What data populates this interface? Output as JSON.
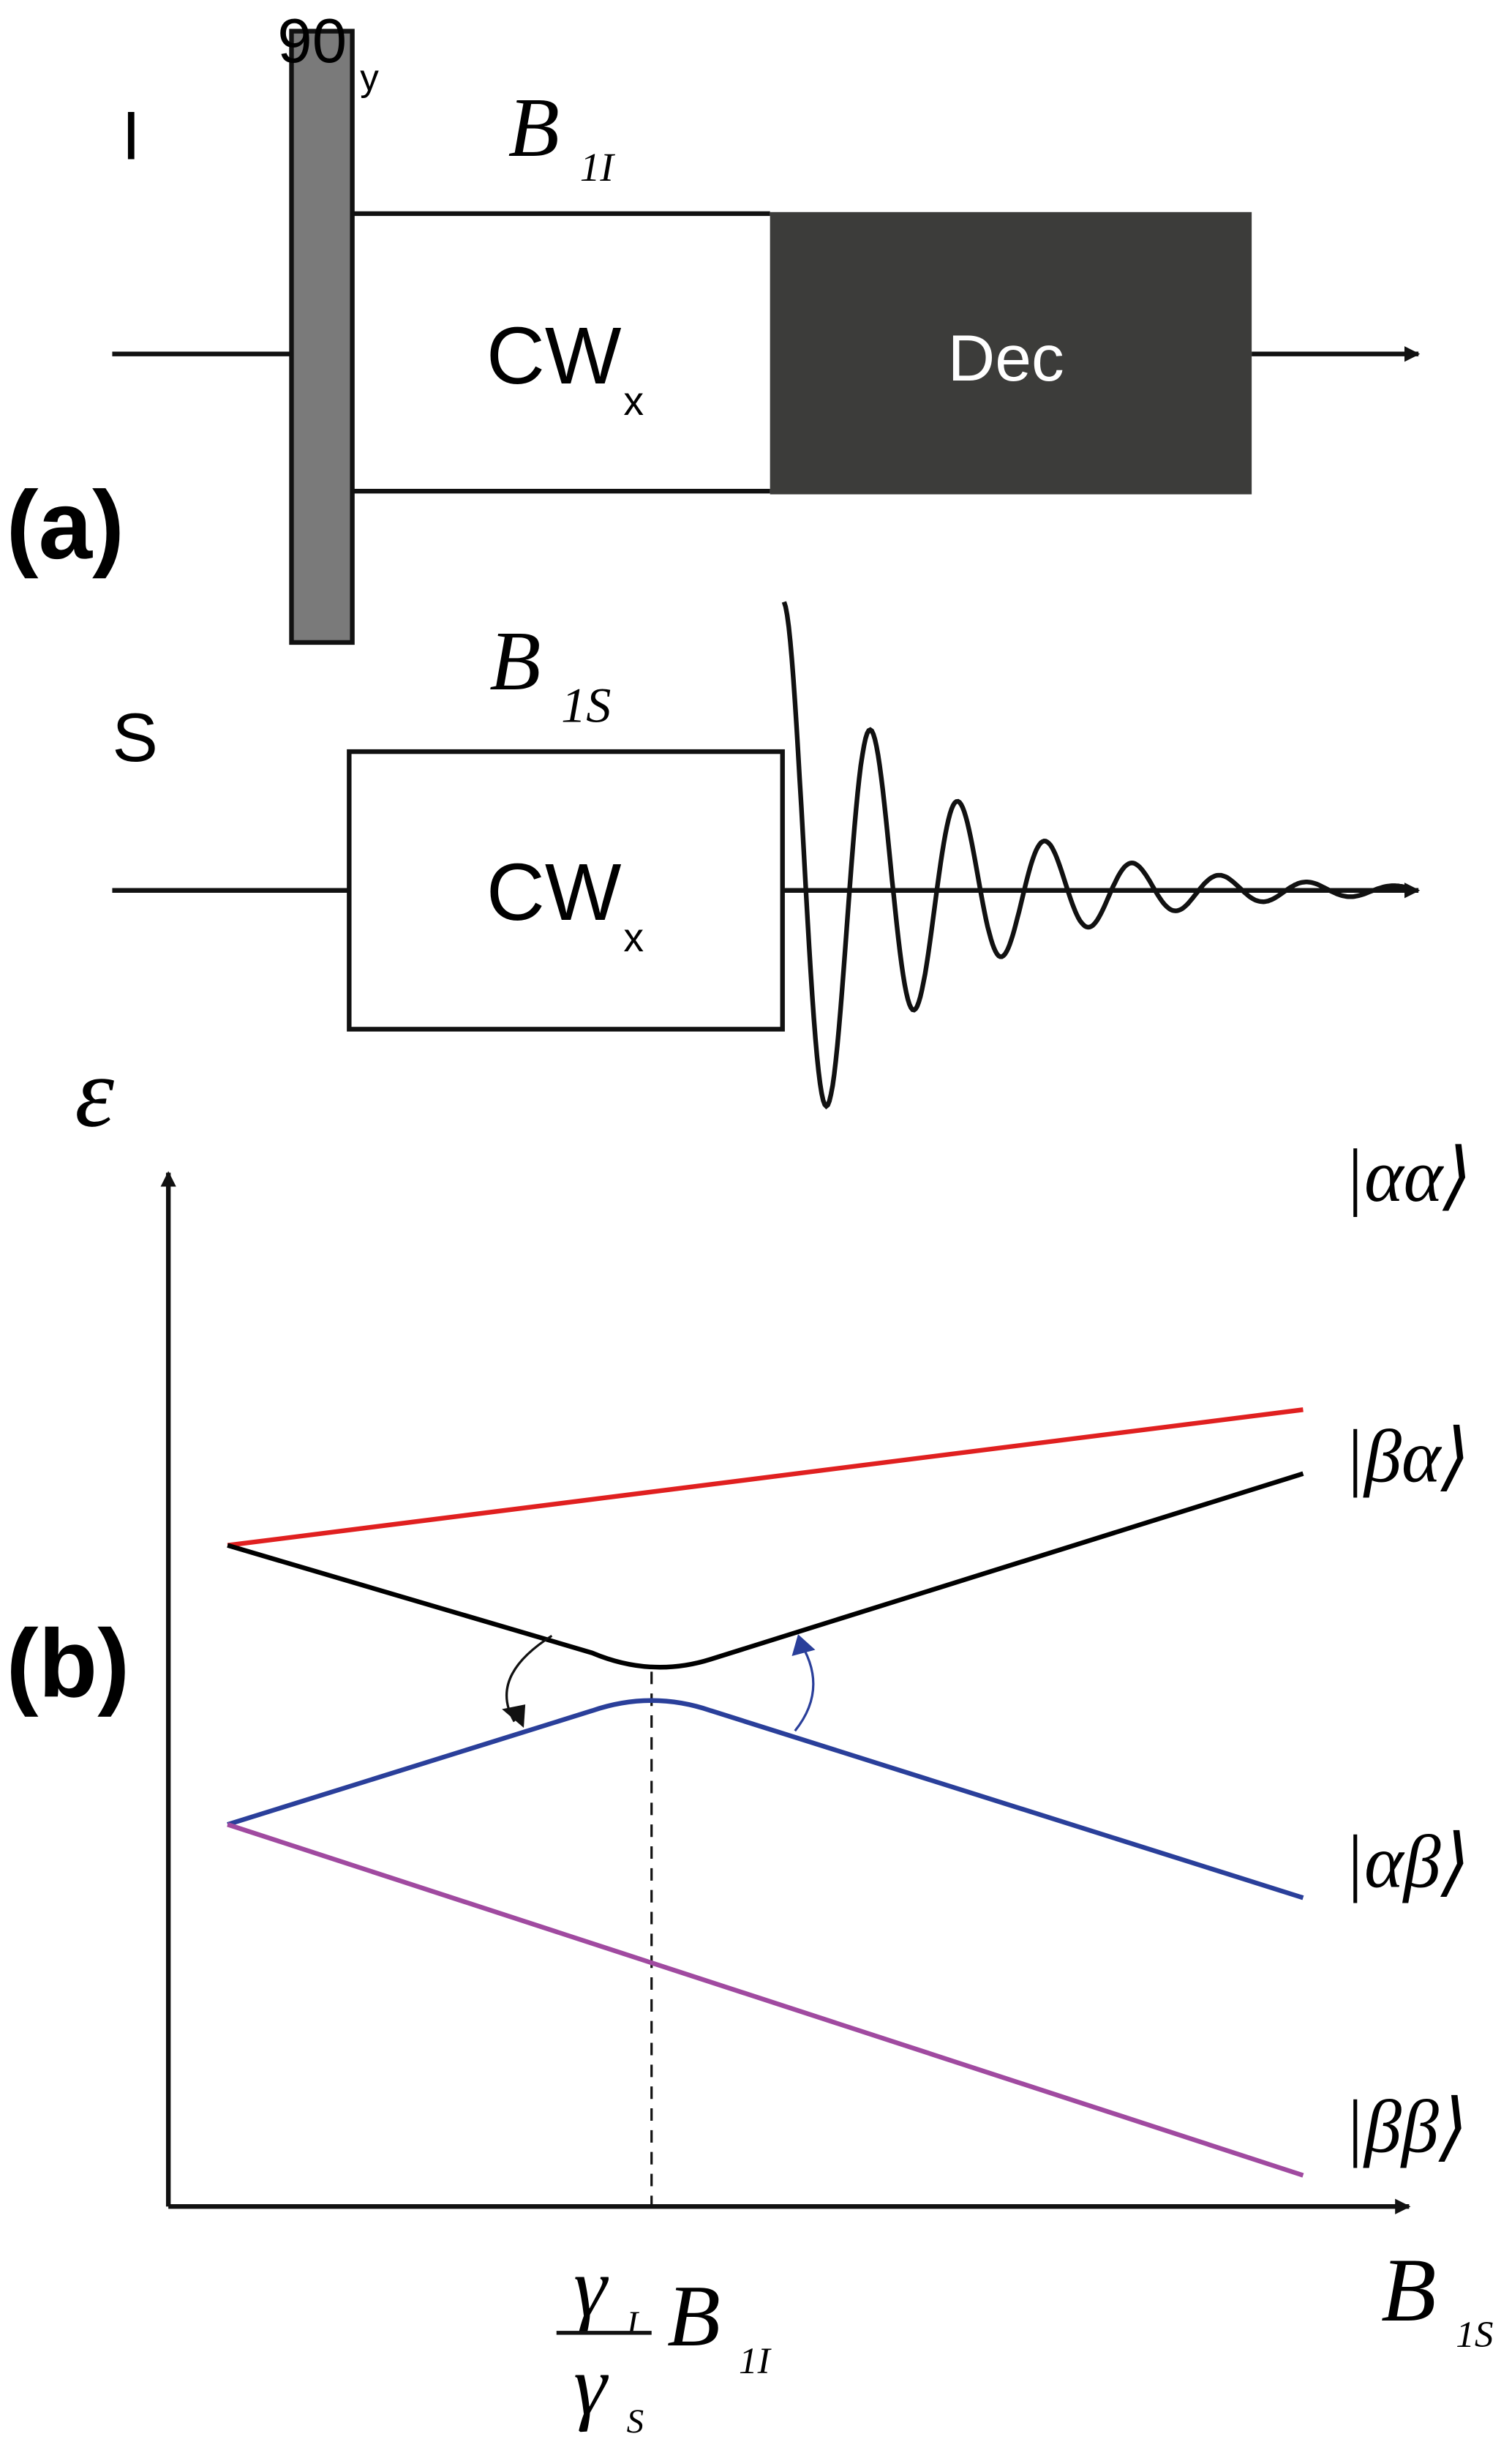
{
  "panel_a": {
    "label": "(a)",
    "channel_i": {
      "label": "I",
      "pulse_label": "90",
      "pulse_phase": "y",
      "field_label": "B",
      "field_sub": "1I",
      "cw_label": "CW",
      "cw_sub": "x",
      "dec_label": "Dec"
    },
    "channel_s": {
      "label": "S",
      "field_label": "B",
      "field_sub": "1S",
      "cw_label": "CW",
      "cw_sub": "x"
    },
    "colors": {
      "pulse": "#7a7a7a",
      "dec": "#3c3c3a"
    }
  },
  "panel_b": {
    "label": "(b)",
    "y_axis_label": "ε",
    "x_axis_label": "B",
    "x_axis_sub": "1S",
    "tick_label": {
      "num": "γ",
      "num_sub": "I",
      "den": "γ",
      "den_sub": "S",
      "b": "B",
      "b_sub": "1I"
    },
    "states": [
      {
        "label": "|αα⟩",
        "color": "#e02020"
      },
      {
        "label": "|βα⟩",
        "color": "#000000"
      },
      {
        "label": "|αβ⟩",
        "color": "#2a3f9a"
      },
      {
        "label": "|ββ⟩",
        "color": "#a04aa0"
      }
    ]
  }
}
